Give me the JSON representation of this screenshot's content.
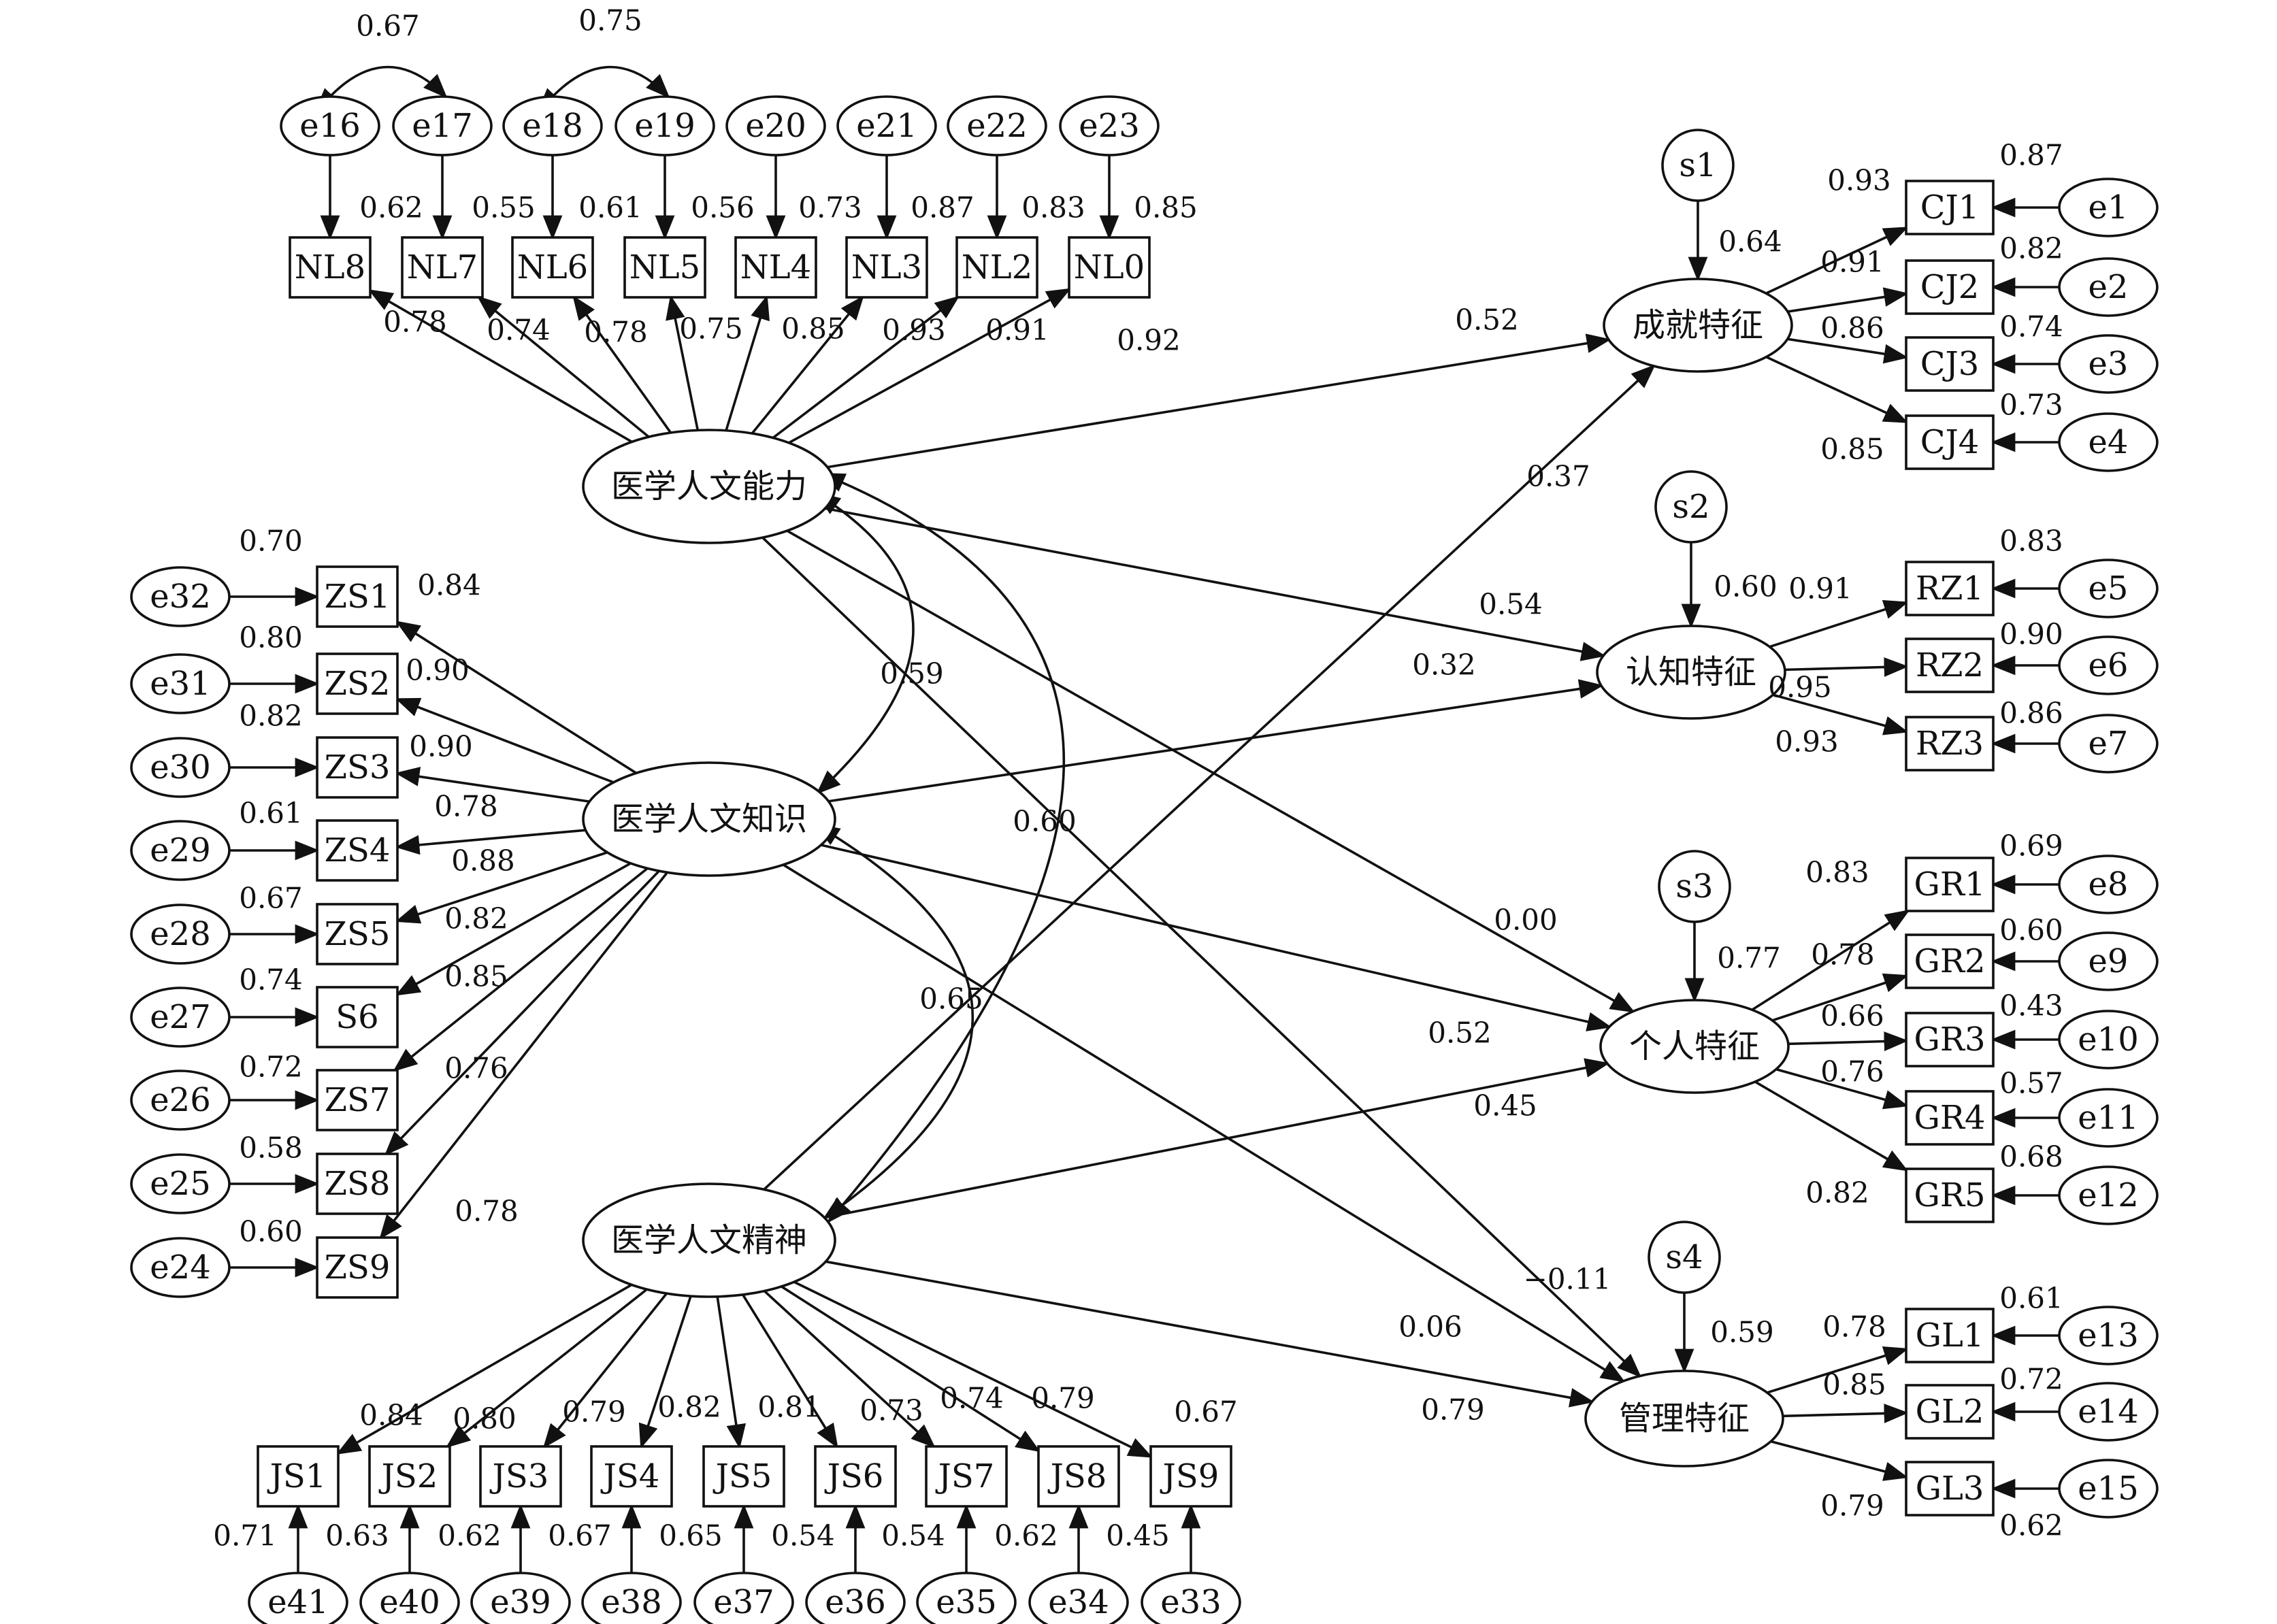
{
  "latent": {
    "ability": "医学人文能力",
    "knowledge": "医学人文知识",
    "spirit": "医学人文精神",
    "achievement": "成就特征",
    "cognitive": "认知特征",
    "personal": "个人特征",
    "management": "管理特征"
  },
  "disturbances": [
    "s1",
    "s2",
    "s3",
    "s4"
  ],
  "indicators": {
    "NL": [
      "NL8",
      "NL7",
      "NL6",
      "NL5",
      "NL4",
      "NL3",
      "NL2",
      "NL0"
    ],
    "ZS": [
      "ZS1",
      "ZS2",
      "ZS3",
      "ZS4",
      "ZS5",
      "S6",
      "ZS7",
      "ZS8",
      "ZS9"
    ],
    "JS": [
      "JS1",
      "JS2",
      "JS3",
      "JS4",
      "JS5",
      "JS6",
      "JS7",
      "JS8",
      "JS9"
    ],
    "CJ": [
      "CJ1",
      "CJ2",
      "CJ3",
      "CJ4"
    ],
    "RZ": [
      "RZ1",
      "RZ2",
      "RZ3"
    ],
    "GR": [
      "GR1",
      "GR2",
      "GR3",
      "GR4",
      "GR5"
    ],
    "GL": [
      "GL1",
      "GL2",
      "GL3"
    ]
  },
  "errors": {
    "NL": [
      "e16",
      "e17",
      "e18",
      "e19",
      "e20",
      "e21",
      "e22",
      "e23"
    ],
    "ZS": [
      "e32",
      "e31",
      "e30",
      "e29",
      "e28",
      "e27",
      "e26",
      "e25",
      "e24"
    ],
    "JS": [
      "e41",
      "e40",
      "e39",
      "e38",
      "e37",
      "e36",
      "e35",
      "e34",
      "e33"
    ],
    "CJ": [
      "e1",
      "e2",
      "e3",
      "e4"
    ],
    "RZ": [
      "e5",
      "e6",
      "e7"
    ],
    "GR": [
      "e8",
      "e9",
      "e10",
      "e11",
      "e12"
    ],
    "GL": [
      "e13",
      "e14",
      "e15"
    ]
  },
  "coefficients": {
    "nl_loadings": [
      "0.78",
      "0.74",
      "0.78",
      "0.75",
      "0.85",
      "0.93",
      "0.91",
      "0.92"
    ],
    "nl_r2": [
      "0.62",
      "0.55",
      "0.61",
      "0.56",
      "0.73",
      "0.87",
      "0.83",
      "0.85"
    ],
    "error_cov": [
      "0.67",
      "0.75"
    ],
    "zs_loadings": [
      "0.84",
      "0.90",
      "0.90",
      "0.78",
      "0.88",
      "0.82",
      "0.85",
      "0.76",
      "0.78"
    ],
    "zs_r2": [
      "0.70",
      "0.80",
      "0.82",
      "0.61",
      "0.67",
      "0.74",
      "0.72",
      "0.58",
      "0.60"
    ],
    "js_loadings": [
      "0.84",
      "0.80",
      "0.79",
      "0.82",
      "0.81",
      "0.73",
      "0.74",
      "0.79",
      "0.67"
    ],
    "js_r2": [
      "0.71",
      "0.63",
      "0.62",
      "0.67",
      "0.65",
      "0.54",
      "0.54",
      "0.62",
      "0.45"
    ],
    "cj_loadings": [
      "0.93",
      "0.91",
      "0.86",
      "0.85"
    ],
    "cj_r2": [
      "0.87",
      "0.82",
      "0.74",
      "0.73"
    ],
    "rz_loadings": [
      "0.91",
      "0.95",
      "0.93"
    ],
    "rz_r2": [
      "0.83",
      "0.90",
      "0.86"
    ],
    "gr_loadings": [
      "0.83",
      "0.78",
      "0.66",
      "0.76",
      "0.82"
    ],
    "gr_r2": [
      "0.69",
      "0.60",
      "0.43",
      "0.57",
      "0.68"
    ],
    "gl_loadings": [
      "0.78",
      "0.85",
      "0.79"
    ],
    "gl_r2": [
      "0.61",
      "0.72",
      "0.62"
    ],
    "disturbance_r2": [
      "0.64",
      "0.60",
      "0.77",
      "0.59"
    ],
    "latent_cov": [
      "0.59",
      "0.60",
      "0.65"
    ],
    "paths": {
      "ability_achievement": "0.52",
      "ability_cognitive": "0.54",
      "ability_personal": "0.00",
      "ability_management": "−0.11",
      "knowledge_cognitive": "0.32",
      "knowledge_personal": "0.52",
      "knowledge_management": "0.06",
      "spirit_achievement": "0.37",
      "spirit_personal": "0.45",
      "spirit_management": "0.79"
    }
  }
}
